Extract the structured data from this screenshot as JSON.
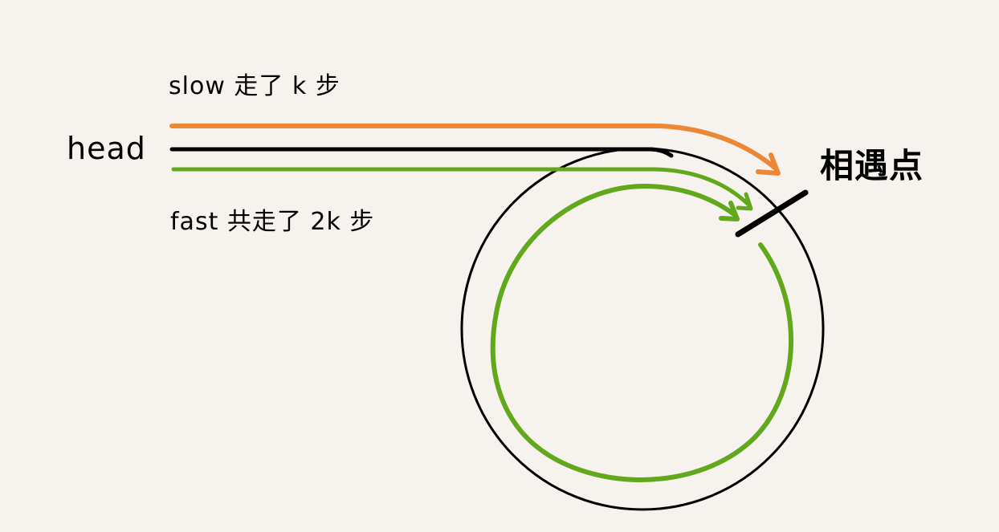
{
  "labels": {
    "slow": "slow 走了 k 步",
    "head": "head",
    "fast": "fast 共走了 2k 步",
    "meeting_point": "相遇点"
  },
  "colors": {
    "background": "#f6f3ee",
    "slow_path": "#ec8734",
    "fast_path": "#62a81c",
    "list": "#000000"
  }
}
